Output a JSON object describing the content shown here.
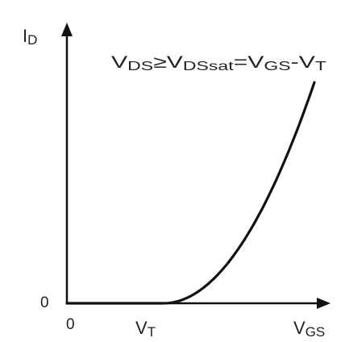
{
  "chart_data": {
    "type": "line",
    "title": "",
    "ylabel": {
      "main": "I",
      "sub": "D"
    },
    "xlabel": {
      "main": "V",
      "sub": "GS"
    },
    "annotation": [
      {
        "text": "V",
        "sub": false
      },
      {
        "text": "DS",
        "sub": true
      },
      {
        "text": "≥",
        "sub": false
      },
      {
        "text": "V",
        "sub": false
      },
      {
        "text": "DSsat",
        "sub": true
      },
      {
        "text": "=",
        "sub": false
      },
      {
        "text": "V",
        "sub": false
      },
      {
        "text": "GS",
        "sub": true
      },
      {
        "text": "-",
        "sub": false
      },
      {
        "text": "V",
        "sub": false
      },
      {
        "text": "T",
        "sub": true
      }
    ],
    "origin_x_label": "0",
    "origin_y_label": "0",
    "threshold_label": {
      "main": "V",
      "sub": "T"
    },
    "xlim": [
      0,
      10
    ],
    "ylim": [
      0,
      1
    ],
    "threshold_x": 3.9,
    "series": [
      {
        "values": "piecewise: 0 for x < 3.9, square-law rise to 0.82 at x = 10",
        "x": [
          0,
          3.9,
          4.5,
          5.0,
          5.5,
          6.0,
          6.5,
          7.0,
          7.5,
          8.0,
          8.5,
          9.0,
          9.5,
          10.0
        ],
        "y": [
          0,
          0,
          0.008,
          0.027,
          0.057,
          0.098,
          0.149,
          0.211,
          0.284,
          0.367,
          0.461,
          0.566,
          0.688,
          0.82
        ]
      }
    ],
    "grid": false,
    "line_color": "#111111"
  }
}
